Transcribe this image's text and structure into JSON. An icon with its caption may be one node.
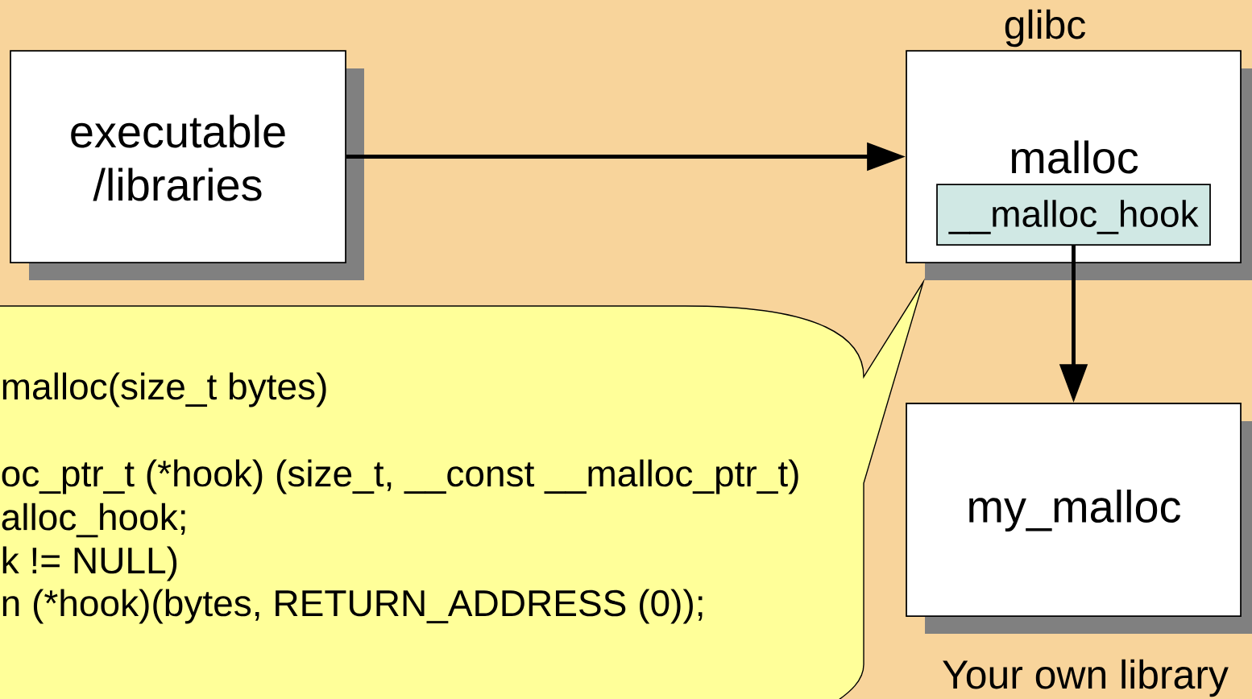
{
  "diagram": {
    "nodes": [
      {
        "text": [
          "executable /libraries"
        ]
      },
      {
        "text": [
          "malloc"
        ],
        "beside": [
          "glibc"
        ]
      },
      {
        "text": [
          "__malloc_hook"
        ],
        "in": 1
      },
      {
        "text": [
          "my_malloc"
        ],
        "beside": [
          "Your own library"
        ]
      },
      {
        "text": [
          "malloc(size_t bytes)",
          "oc_ptr_t (*hook) (size_t, __const __malloc_ptr_t)",
          "alloc_hook;",
          "k != NULL)",
          "n (*hook)(bytes, RETURN_ADDRESS (0));"
        ]
      }
    ],
    "edges": [
      {
        "from": 0,
        "to": 1,
        "arrow": "to"
      },
      {
        "from": 2,
        "to": 3,
        "arrow": "to"
      }
    ]
  }
}
